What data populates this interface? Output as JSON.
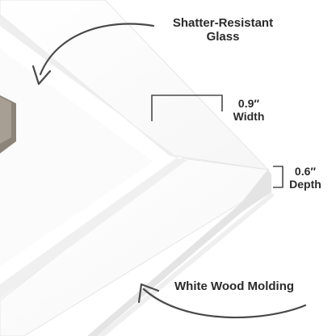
{
  "callouts": {
    "glass": {
      "line1": "Shatter-Resistant",
      "line2": "Glass"
    },
    "width": {
      "value": "0.9″",
      "label": "Width"
    },
    "depth": {
      "value": "0.6″",
      "label": "Depth"
    },
    "molding": {
      "label": "White Wood Molding"
    }
  },
  "colors": {
    "frame_face": "#ffffff",
    "frame_inner_bevel": "#f1f1f1",
    "frame_outer_side": "#e2e2e2",
    "shadow": "#dcdcdc",
    "glass_area": "#ffffff",
    "photo_edge": "#8c8478",
    "annotation": "#4a4a4a",
    "text": "#2b2b2b"
  },
  "icons": [
    "curved-arrow-icon",
    "curved-arrow-icon",
    "width-bracket-icon",
    "depth-bracket-icon"
  ]
}
